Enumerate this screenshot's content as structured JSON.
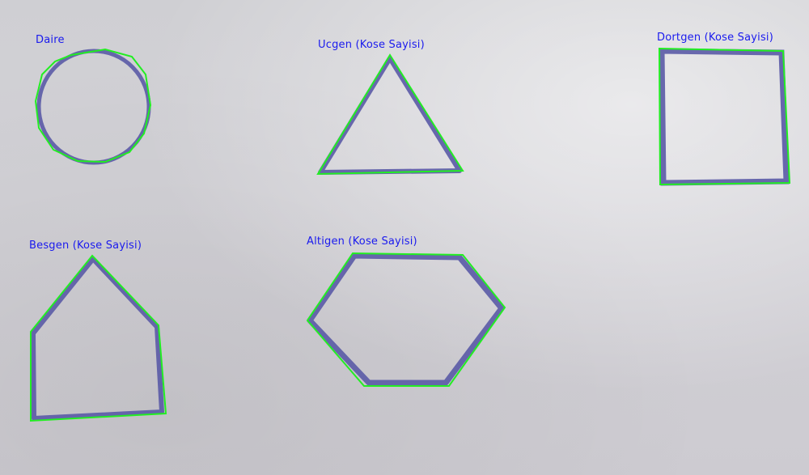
{
  "labels": {
    "circle": "Daire",
    "triangle": "Ucgen (Kose Sayisi)",
    "rectangle": "Dortgen (Kose Sayisi)",
    "pentagon": "Besgen (Kose Sayisi)",
    "hexagon": "Altigen (Kose Sayisi)"
  },
  "colors": {
    "background": "#d0cfd4",
    "pen_ink": "#5a5aa6",
    "contour": "#22ee22",
    "label": "#1a1aee"
  }
}
